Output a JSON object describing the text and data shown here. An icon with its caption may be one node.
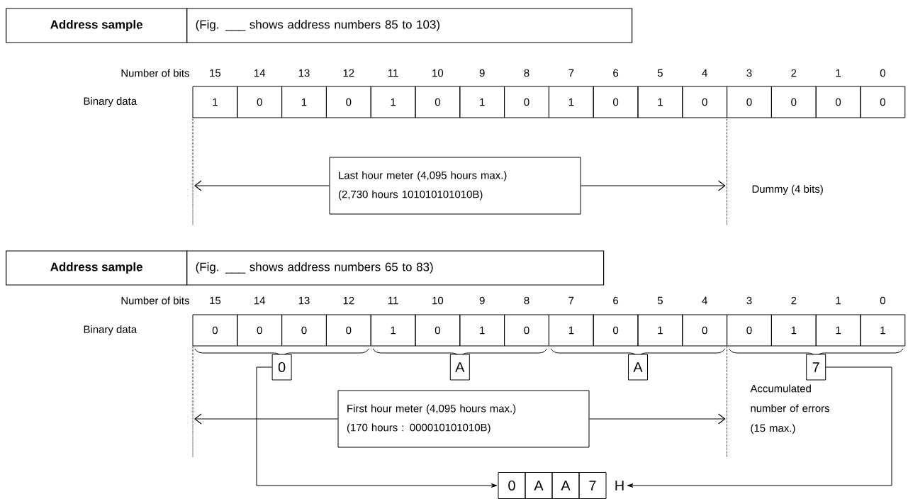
{
  "diagram": {
    "nodes": [
      {
        "text": [
          "Address sample"
        ]
      },
      {
        "text": [
          "(Fig. ___ shows address numbers 85 to 103)"
        ]
      },
      {
        "text": [
          "Last hour meter (4,095 hours max.)",
          "(2,730 hours 101010101010B)"
        ]
      },
      {
        "text": [
          "Address sample"
        ]
      },
      {
        "text": [
          "(Fig. ___ shows address numbers 65 to 83)"
        ]
      },
      {
        "text": [
          "0"
        ]
      },
      {
        "text": [
          "A"
        ]
      },
      {
        "text": [
          "A"
        ]
      },
      {
        "text": [
          "7"
        ]
      },
      {
        "text": [
          "First hour meter (4,095 hours max.)",
          "(170 hours : 000010101010B)"
        ]
      },
      {
        "text": [
          "0"
        ]
      },
      {
        "text": [
          "A"
        ]
      },
      {
        "text": [
          "A"
        ]
      },
      {
        "text": [
          "7"
        ]
      },
      {
        "text": [
          "H"
        ]
      }
    ],
    "edges": [
      {
        "from": 2,
        "to": null,
        "arrow": "to"
      },
      {
        "from": 2,
        "to": null,
        "arrow": "to"
      },
      {
        "from": 9,
        "to": null,
        "arrow": "to"
      },
      {
        "from": 9,
        "to": null,
        "arrow": "to"
      },
      {
        "from": 5,
        "to": 10,
        "arrow": "to"
      },
      {
        "from": 8,
        "to": 14,
        "arrow": "to"
      }
    ],
    "labels": [
      "Number of bits",
      "15",
      "14",
      "13",
      "12",
      "11",
      "10",
      "9",
      "8",
      "7",
      "6",
      "5",
      "4",
      "3",
      "2",
      "1",
      "0",
      "Binary data",
      "1",
      "0",
      "1",
      "0",
      "1",
      "0",
      "1",
      "0",
      "1",
      "0",
      "1",
      "0",
      "0",
      "0",
      "0",
      "0",
      "Dummy (4 bits)",
      "Number of bits",
      "15",
      "14",
      "13",
      "12",
      "11",
      "10",
      "9",
      "8",
      "7",
      "6",
      "5",
      "4",
      "3",
      "2",
      "1",
      "0",
      "Binary data",
      "0",
      "0",
      "0",
      "0",
      "1",
      "0",
      "1",
      "0",
      "1",
      "0",
      "1",
      "0",
      "0",
      "1",
      "1",
      "1",
      "Accumulated number of errors (15 max.)"
    ]
  }
}
